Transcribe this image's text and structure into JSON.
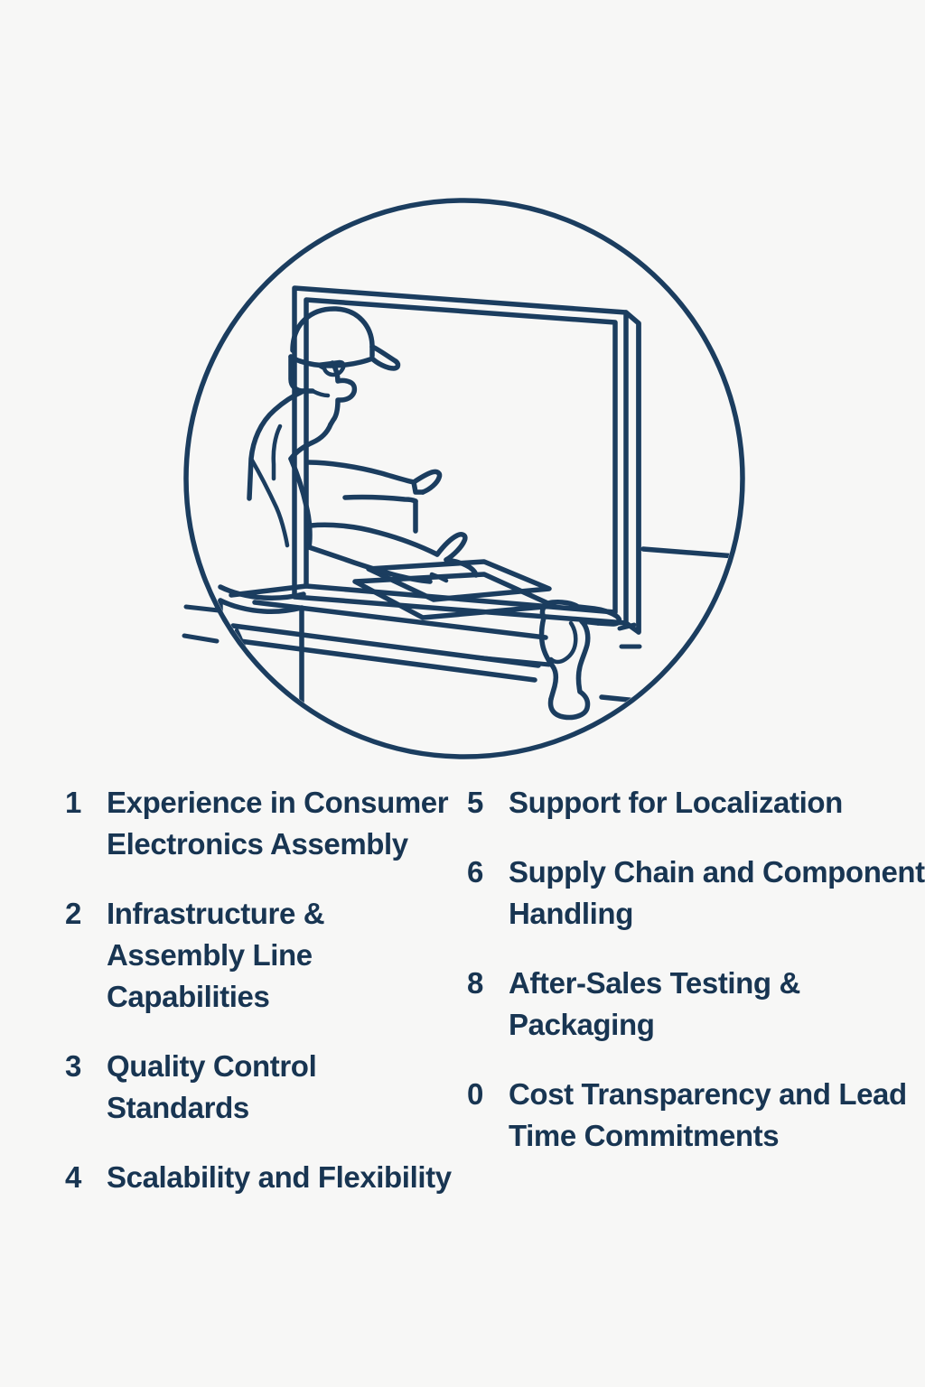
{
  "colors": {
    "background": "#f7f7f6",
    "ink": "#183552",
    "line": "#1b3d5f"
  },
  "illustration": {
    "name": "circular line-art of technician assembling a flat-screen television",
    "elements": [
      "circle-frame",
      "flat-screen-tv-panel",
      "workbench",
      "worker-with-cap",
      "keyboard-panel",
      "power-drill",
      "motion-marks"
    ]
  },
  "checklist": {
    "columns": [
      {
        "name": "left",
        "items": [
          {
            "number": "1",
            "label": "Experience in Consumer Electronics Assembly"
          },
          {
            "number": "2",
            "label": "Infrastructure & Assembly Line Capabilities"
          },
          {
            "number": "3",
            "label": "Quality Control Standards"
          },
          {
            "number": "4",
            "label": "Scalability and Flexibility"
          }
        ]
      },
      {
        "name": "right",
        "items": [
          {
            "number": "5",
            "label": "Support for Localization"
          },
          {
            "number": "6",
            "label": "Supply Chain and Component Handling"
          },
          {
            "number": "8",
            "label": "After-Sales Testing & Packaging"
          },
          {
            "number": "0",
            "label": "Cost Transparency and Lead Time Commitments"
          }
        ]
      }
    ]
  }
}
